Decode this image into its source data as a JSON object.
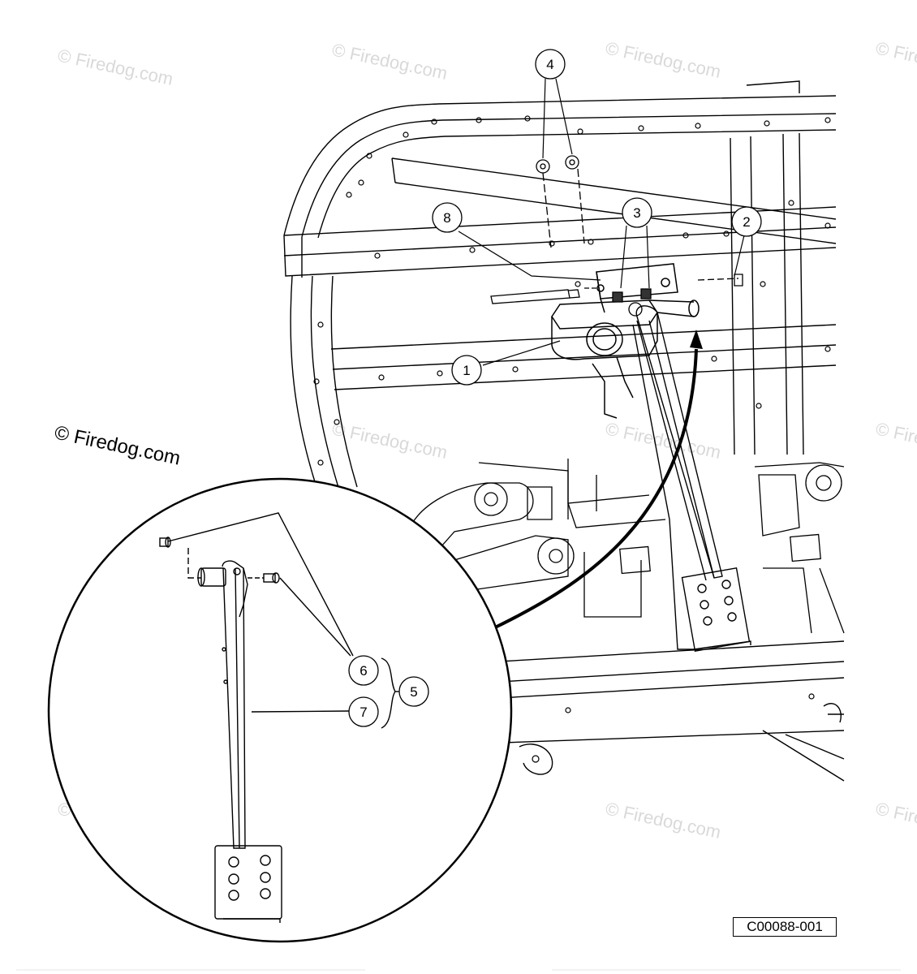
{
  "watermark": {
    "text": "© Firedog.com"
  },
  "callouts": [
    {
      "id": "callout-1",
      "label": "1"
    },
    {
      "id": "callout-2",
      "label": "2"
    },
    {
      "id": "callout-3",
      "label": "3"
    },
    {
      "id": "callout-4",
      "label": "4"
    },
    {
      "id": "callout-5",
      "label": "5"
    },
    {
      "id": "callout-6",
      "label": "6"
    },
    {
      "id": "callout-7",
      "label": "7"
    },
    {
      "id": "callout-8",
      "label": "8"
    }
  ],
  "part_code": "C00088-001"
}
